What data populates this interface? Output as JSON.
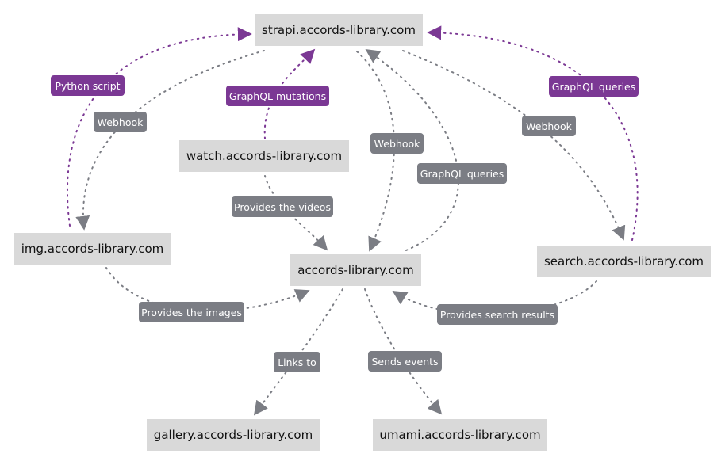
{
  "colors": {
    "node_fill": "#d9d9d9",
    "gray_edge": "#7b7d84",
    "purple_edge": "#7b3894"
  },
  "nodes": {
    "strapi": "strapi.accords-library.com",
    "watch": "watch.accords-library.com",
    "img": "img.accords-library.com",
    "main": "accords-library.com",
    "search": "search.accords-library.com",
    "gallery": "gallery.accords-library.com",
    "umami": "umami.accords-library.com"
  },
  "edges": {
    "python_script": "Python script",
    "webhook_img": "Webhook",
    "graphql_mutations": "GraphQL mutations",
    "webhook_main": "Webhook",
    "graphql_queries_main": "GraphQL queries",
    "webhook_search": "Webhook",
    "graphql_queries_search": "GraphQL queries",
    "provides_videos": "Provides the videos",
    "provides_images": "Provides the images",
    "provides_search": "Provides search results",
    "links_to": "Links to",
    "sends_events": "Sends events"
  }
}
